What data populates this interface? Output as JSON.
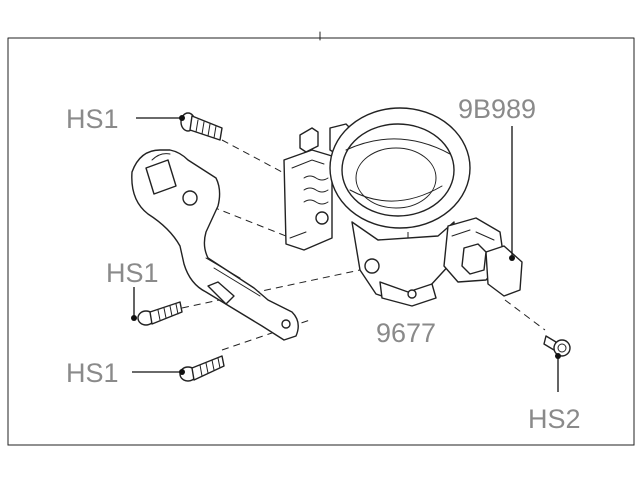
{
  "labels": {
    "hs1_top": "HS1",
    "hs1_mid": "HS1",
    "hs1_bottom": "HS1",
    "sensor_part": "9B989",
    "throttle_body_part": "9677",
    "hs2": "HS2"
  },
  "colors": {
    "label_text": "#8a8a8a",
    "line": "#222222",
    "background": "#ffffff"
  }
}
